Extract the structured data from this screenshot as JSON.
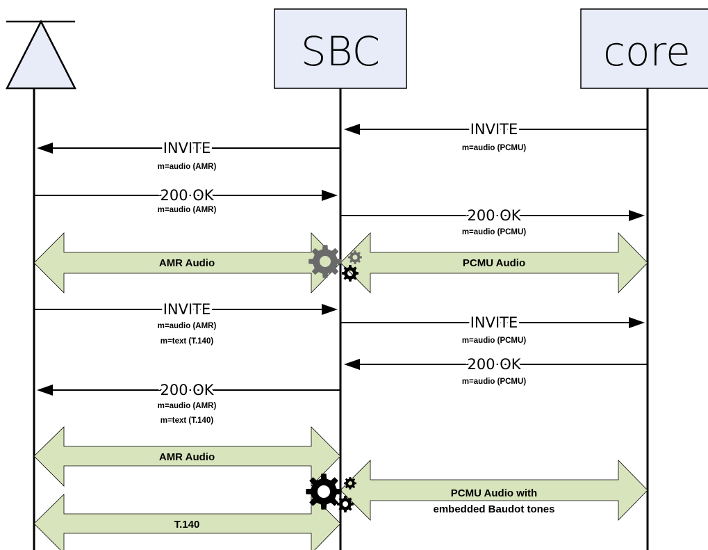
{
  "participants": {
    "ue": {
      "icon": "antenna-triangle"
    },
    "sbc": {
      "label": "SBC"
    },
    "core": {
      "label": "core"
    }
  },
  "colors": {
    "participant_fill": "#e8ecf8",
    "stream_fill": "#d8e4bc",
    "stroke": "#000000",
    "gear_gray": "#6a6a6a",
    "gear_black": "#000000"
  },
  "messages": [
    {
      "id": "invite-core-sbc",
      "label": "INVITE",
      "sub": [
        "m=audio (PCMU)"
      ]
    },
    {
      "id": "invite-sbc-ue",
      "label": "INVITE",
      "sub": [
        "m=audio (AMR)"
      ]
    },
    {
      "id": "ok-ue-sbc",
      "label": "200 OK",
      "sub": [
        "m=audio (AMR)"
      ]
    },
    {
      "id": "ok-sbc-core",
      "label": "200 OK",
      "sub": [
        "m=audio (PCMU)"
      ]
    },
    {
      "id": "reinvite-ue-sbc",
      "label": "INVITE",
      "sub": [
        "m=audio (AMR)",
        "m=text (T.140)"
      ]
    },
    {
      "id": "reinvite-sbc-core",
      "label": "INVITE",
      "sub": [
        "m=audio (PCMU)"
      ]
    },
    {
      "id": "reok-core-sbc",
      "label": "200 OK",
      "sub": [
        "m=audio (PCMU)"
      ]
    },
    {
      "id": "reok-sbc-ue",
      "label": "200 OK",
      "sub": [
        "m=audio (AMR)",
        "m=text (T.140)"
      ]
    }
  ],
  "streams": [
    {
      "id": "amr-audio-1",
      "label": [
        "AMR Audio"
      ]
    },
    {
      "id": "pcmu-audio-1",
      "label": [
        "PCMU Audio"
      ]
    },
    {
      "id": "amr-audio-2",
      "label": [
        "AMR Audio"
      ]
    },
    {
      "id": "pcmu-audio-baudot",
      "label": [
        "PCMU Audio with",
        "embedded Baudot tones"
      ]
    },
    {
      "id": "t140",
      "label": [
        "T.140"
      ]
    }
  ]
}
